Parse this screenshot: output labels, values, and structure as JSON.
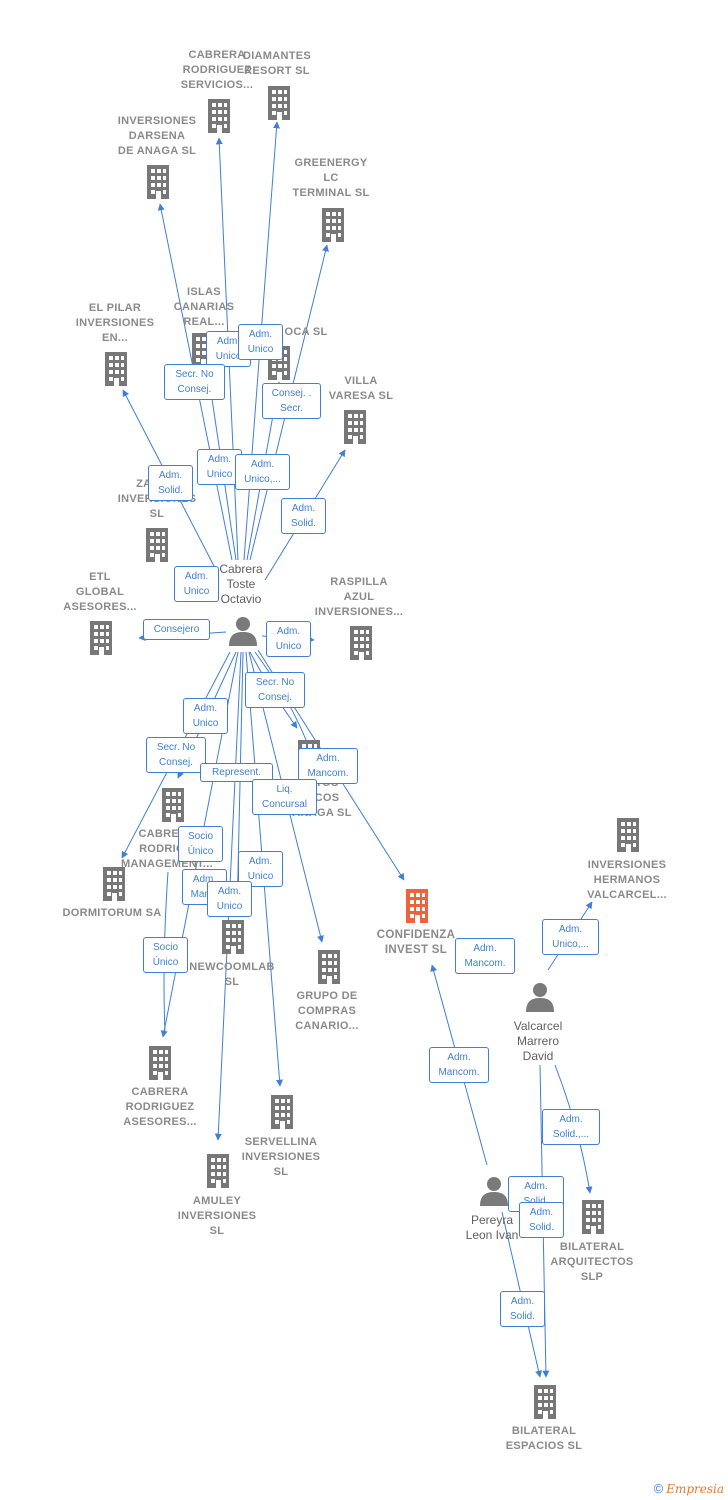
{
  "colors": {
    "edge": "#3f7fd6",
    "building": "#777777",
    "focus_building": "#f0623a",
    "person": "#7a7a7a"
  },
  "companies": [
    {
      "id": "c-diamantes",
      "label": "DIAMANTES\nRESORT  SL"
    },
    {
      "id": "c-cabrera-serv",
      "label": "CABRERA\nRODRIGUEZ\nSERVICIOS..."
    },
    {
      "id": "c-darsena",
      "label": "INVERSIONES\nDARSENA\nDE ANAGA SL"
    },
    {
      "id": "c-greenergy",
      "label": "GREENERGY\nLC\nTERMINAL  SL"
    },
    {
      "id": "c-islas",
      "label": "ISLAS\nCANARIAS\nREAL..."
    },
    {
      "id": "c-oca",
      "label": "OCA SL"
    },
    {
      "id": "c-elpilar",
      "label": "EL PILAR\nINVERSIONES\nEN..."
    },
    {
      "id": "c-villa",
      "label": "VILLA\nVARESA SL"
    },
    {
      "id": "c-zara",
      "label": "ZARA...\nINVERSIONES\nSL"
    },
    {
      "id": "c-etl",
      "label": "ETL\nGLOBAL\nASESORES..."
    },
    {
      "id": "c-raspilla",
      "label": "RASPILLA\nAZUL\nINVERSIONES..."
    },
    {
      "id": "c-anaga",
      "label": "...TOS\n...COS\nANAGA SL"
    },
    {
      "id": "c-cabrera-mgmt",
      "label": "CABRERA\nRODRIG...\nMANAGEMENT..."
    },
    {
      "id": "c-dormitorum",
      "label": "DORMITORUM SA"
    },
    {
      "id": "c-newcoomlab",
      "label": "NEWCOOMLAB\nSL"
    },
    {
      "id": "c-grupo",
      "label": "GRUPO DE\nCOMPRAS\nCANARIO..."
    },
    {
      "id": "c-confidenza",
      "label": "CONFIDENZA\nINVEST  SL"
    },
    {
      "id": "c-hermanos",
      "label": "INVERSIONES\nHERMANOS\nVALCARCEL..."
    },
    {
      "id": "c-cabrera-ases",
      "label": "CABRERA\nRODRIGUEZ\nASESORES..."
    },
    {
      "id": "c-servellina",
      "label": "SERVELLINA\nINVERSIONES\nSL"
    },
    {
      "id": "c-amuley",
      "label": "AMULEY\nINVERSIONES\nSL"
    },
    {
      "id": "c-bilateral-arq",
      "label": "BILATERAL\nARQUITECTOS\nSLP"
    },
    {
      "id": "c-bilateral-esp",
      "label": "BILATERAL\nESPACIOS  SL"
    }
  ],
  "persons": [
    {
      "id": "p-cabrera",
      "label": "Cabrera\nToste\nOctavio"
    },
    {
      "id": "p-valcarcel",
      "label": "Valcarcel\nMarrero\nDavid"
    },
    {
      "id": "p-pereyra",
      "label": "Pereyra\nLeon Ivan"
    }
  ],
  "roles": [
    "Adm.\nUnico",
    "Adm.\nUnico",
    "Secr.  No\nConsej.",
    "Consej. .\nSecr.",
    "Adm.\nUnico",
    "Adm.\nUnico,...",
    "Adm.\nSolid.",
    "Adm.\nSolid.",
    "Adm.\nUnico",
    "Consejero",
    "Adm.\nUnico",
    "Secr.  No\nConsej.",
    "Adm.\nUnico",
    "Secr.  No\nConsej.",
    "Adm.\nMancom.",
    "Represent.",
    "Liq.\nConcursal",
    "Socio\nÚnico",
    "Adm.\nUnico",
    "Adm.\nMan...",
    "Adm.\nUnico",
    "Socio\nÚnico",
    "Adm.\nMancom.",
    "Adm.\nUnico,...",
    "Adm.\nMancom.",
    "Adm.\nSolid.,...",
    "Adm.\nSolid.",
    "Adm.\nSolid.",
    "Adm.\nSolid."
  ],
  "footer": {
    "copyright": "©",
    "brand": "Empresia"
  }
}
